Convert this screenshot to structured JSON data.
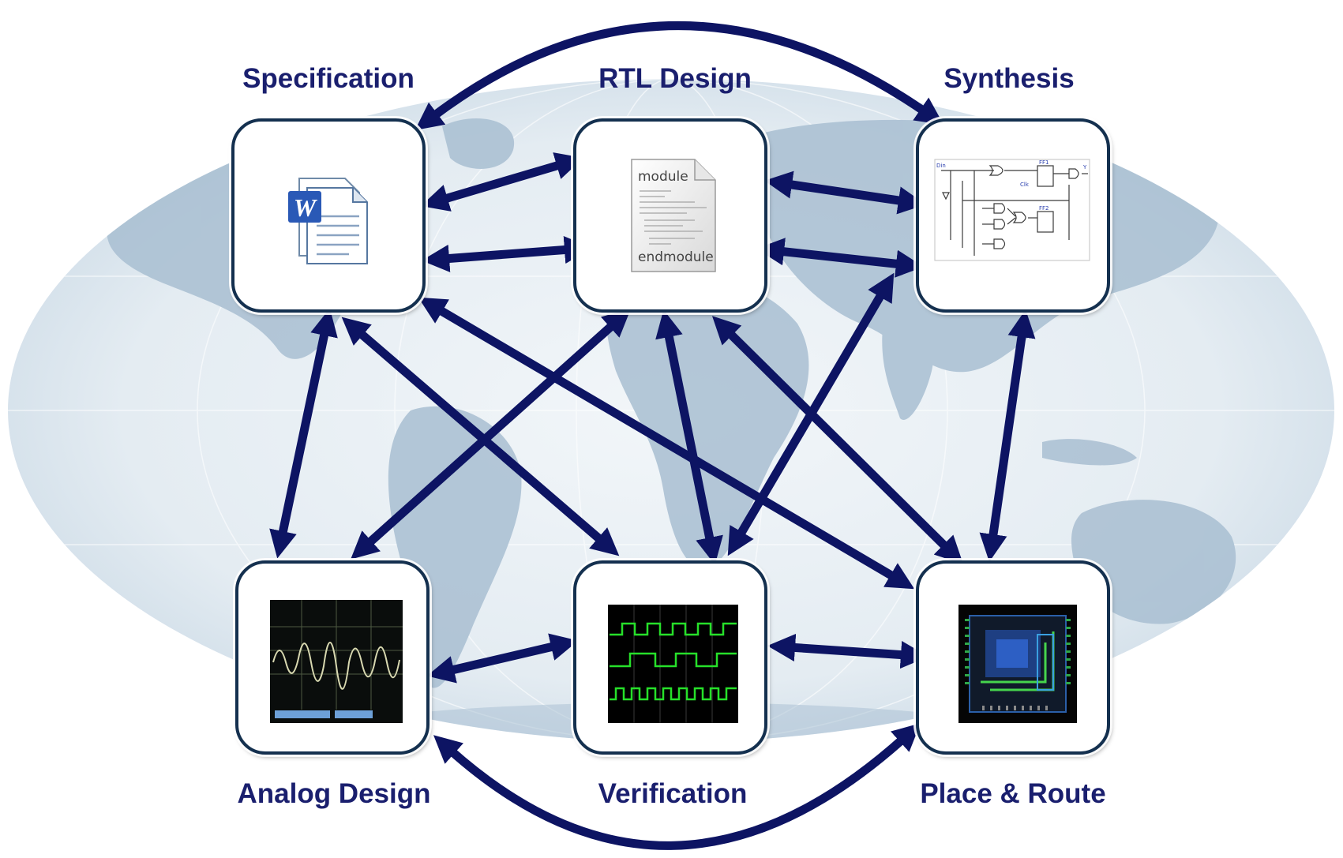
{
  "nodes": {
    "specification": {
      "label": "Specification"
    },
    "rtl_design": {
      "label": "RTL Design",
      "code_first_line": "module",
      "code_last_line": "endmodule"
    },
    "synthesis": {
      "label": "Synthesis"
    },
    "analog_design": {
      "label": "Analog Design"
    },
    "verification": {
      "label": "Verification"
    },
    "place_route": {
      "label": "Place & Route"
    }
  },
  "colors": {
    "arrow": "#0d1463",
    "title": "#1a1f6e",
    "map_land": "#a9bfd2",
    "map_ocean": "#e2eaf1",
    "box_border": "#14304f",
    "scope_green": "#26e02a"
  },
  "icons": {
    "specification": "word-document-icon",
    "rtl_design": "code-file-icon",
    "synthesis": "logic-schematic-icon",
    "analog_design": "analog-waveform-icon",
    "verification": "digital-waveform-icon",
    "place_route": "chip-layout-icon"
  },
  "edges": [
    [
      "specification",
      "synthesis"
    ],
    [
      "analog_design",
      "place_route"
    ],
    [
      "specification",
      "rtl_design"
    ],
    [
      "rtl_design",
      "synthesis"
    ],
    [
      "rtl_design",
      "specification"
    ],
    [
      "rtl_design",
      "synthesis"
    ],
    [
      "specification",
      "analog_design"
    ],
    [
      "specification",
      "verification"
    ],
    [
      "specification",
      "place_route"
    ],
    [
      "rtl_design",
      "analog_design"
    ],
    [
      "rtl_design",
      "verification"
    ],
    [
      "rtl_design",
      "place_route"
    ],
    [
      "synthesis",
      "verification"
    ],
    [
      "synthesis",
      "place_route"
    ],
    [
      "analog_design",
      "verification"
    ],
    [
      "verification",
      "place_route"
    ]
  ]
}
